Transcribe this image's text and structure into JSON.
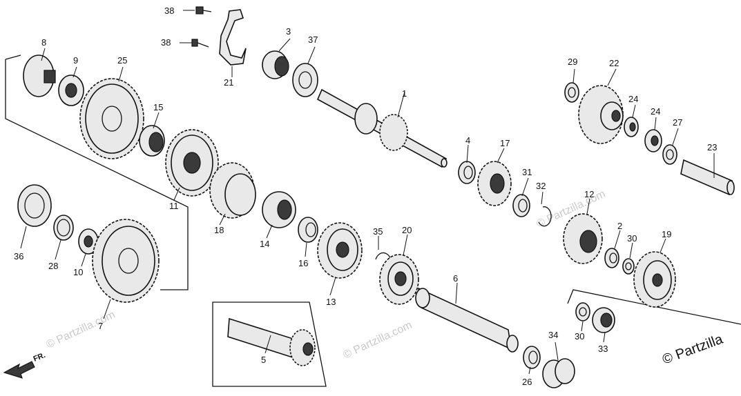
{
  "diagram": {
    "copyright": "© Partzilla",
    "watermark": "© Partzilla.com",
    "direction_label": "FR.",
    "callouts": {
      "c38a": "38",
      "c38b": "38",
      "c21": "21",
      "c3": "3",
      "c37": "37",
      "c8": "8",
      "c9": "9",
      "c25": "25",
      "c15": "15",
      "c11": "11",
      "c1": "1",
      "c4": "4",
      "c17": "17",
      "c31": "31",
      "c32": "32",
      "c18": "18",
      "c14": "14",
      "c16": "16",
      "c13": "13",
      "c35": "35",
      "c20": "20",
      "c36": "36",
      "c28": "28",
      "c10": "10",
      "c7": "7",
      "c5": "5",
      "c6": "6",
      "c26": "26",
      "c34": "34",
      "c29": "29",
      "c22": "22",
      "c24a": "24",
      "c24b": "24",
      "c27": "27",
      "c23": "23",
      "c12": "12",
      "c2": "2",
      "c30a": "30",
      "c19": "19",
      "c30b": "30",
      "c33": "33"
    }
  }
}
